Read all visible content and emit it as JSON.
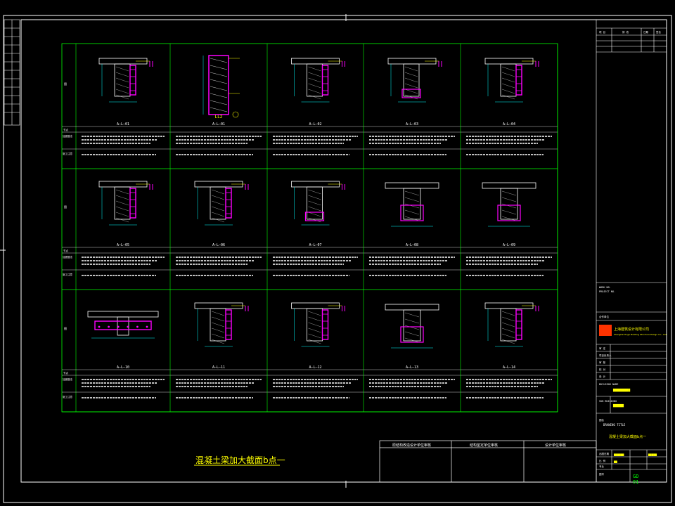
{
  "drawing": {
    "title": "混凝土梁加大截面b点一",
    "colors": {
      "frame": "#ffffff",
      "grid": "#00ff00",
      "rebar": "#ff00ff",
      "dim": "#00ffff",
      "concrete": "#ffffff",
      "label": "#ffff00",
      "logo": "#ff3300"
    },
    "row_labels": [
      "图",
      "节点",
      "加固做法",
      "施工注意"
    ],
    "rows": [
      {
        "cells": [
          {
            "code": "A—L—01",
            "type": "beam-side"
          },
          {
            "code": "A—L—01",
            "type": "column",
            "sub": "LL2"
          },
          {
            "code": "A—L—02",
            "type": "beam-side"
          },
          {
            "code": "A—L—03",
            "type": "beam-slab"
          },
          {
            "code": "A—L—04",
            "type": "beam-side"
          }
        ]
      },
      {
        "cells": [
          {
            "code": "A—L—05",
            "type": "beam-side"
          },
          {
            "code": "A—L—06",
            "type": "beam-side"
          },
          {
            "code": "A—L—07",
            "type": "beam-slab"
          },
          {
            "code": "A—L—08",
            "type": "tee"
          },
          {
            "code": "A—L—09",
            "type": "tee"
          }
        ]
      },
      {
        "cells": [
          {
            "code": "A—L—10",
            "type": "wide"
          },
          {
            "code": "A—L—11",
            "type": "beam-side"
          },
          {
            "code": "A—L—12",
            "type": "beam-side"
          },
          {
            "code": "A—L—13",
            "type": "tee"
          },
          {
            "code": "A—L—14",
            "type": "beam-side"
          }
        ]
      }
    ],
    "bottom_table": [
      "原结构改造设计单位审核",
      "结构鉴定单位审核",
      "设计单位审核"
    ],
    "title_block": {
      "company_cn": "上海建筑设计有限公司",
      "company_en": "Shanghai Huge Building Structure Design Co., Ltd.",
      "drawing_title_label": "DRAWING TITLE",
      "drawing_title": "混凝土梁加大截面b点一",
      "sheet_no": "GD",
      "sheet_sub": "01"
    }
  }
}
